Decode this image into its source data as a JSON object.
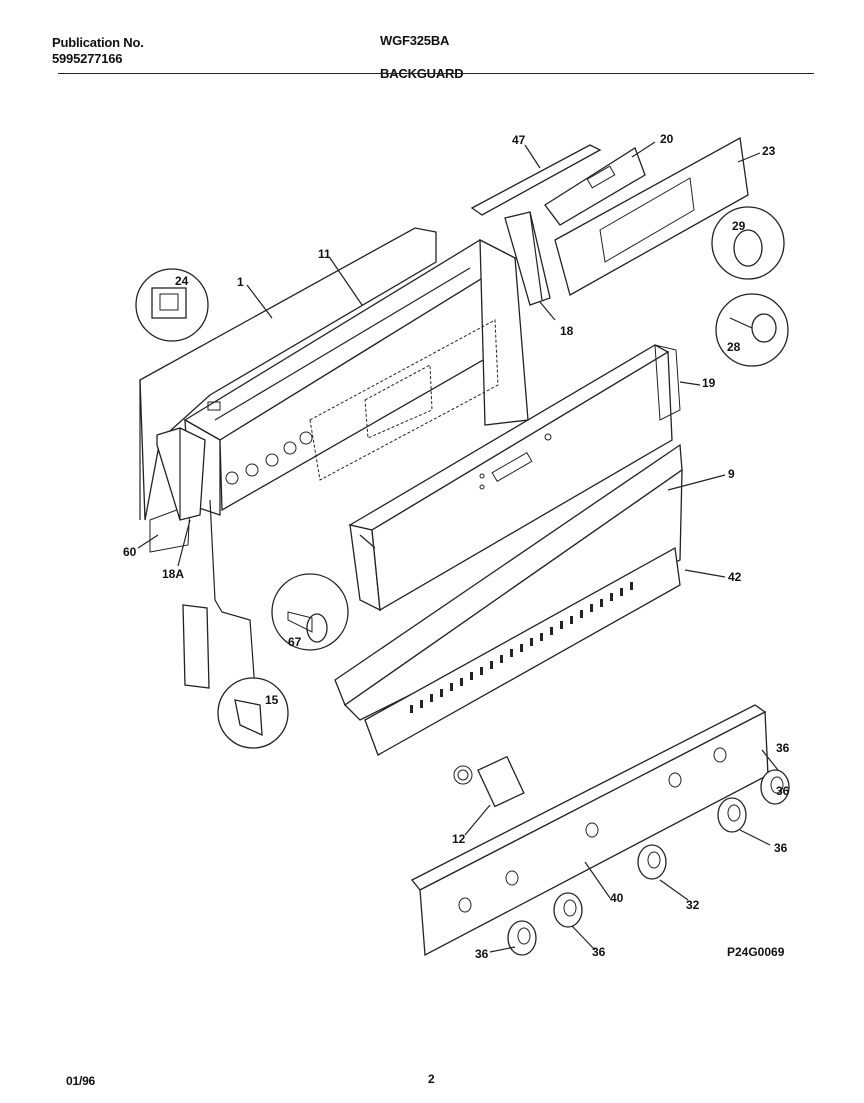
{
  "header": {
    "publication_label": "Publication No.",
    "publication_number": "5995277166",
    "model": "WGF325BA",
    "section": "BACKGUARD"
  },
  "footer": {
    "date": "01/96",
    "page": "2"
  },
  "diagram": {
    "drawing_id": "P24G0069",
    "callouts": [
      "1",
      "11",
      "24",
      "47",
      "20",
      "23",
      "29",
      "28",
      "18",
      "19",
      "9",
      "42",
      "60",
      "18A",
      "67",
      "15",
      "36",
      "36",
      "36",
      "36",
      "36",
      "12",
      "40",
      "32"
    ]
  }
}
